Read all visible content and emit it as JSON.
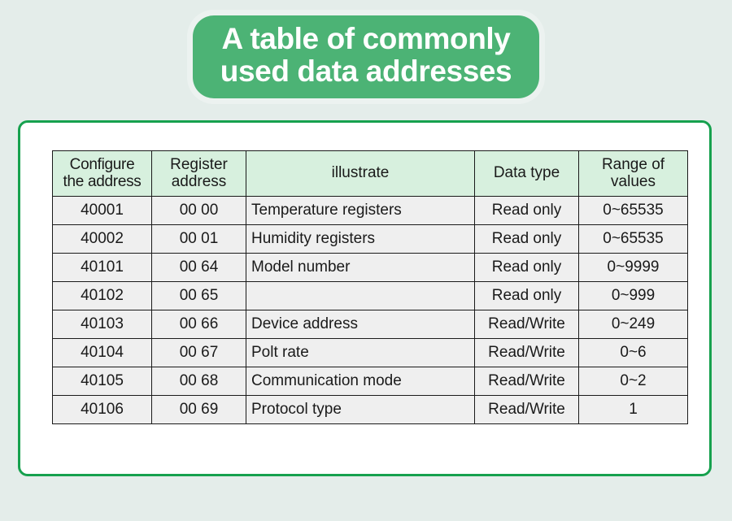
{
  "title": {
    "line1": "A table of commonly",
    "line2": "used data addresses"
  },
  "colors": {
    "page_background": "#e4edea",
    "banner_green": "#4cb375",
    "card_border_green": "#16a14e",
    "header_cell_green": "#d7f0de",
    "body_cell_gray": "#efefef",
    "text": "#1a1a1a"
  },
  "table": {
    "headers": [
      "Configure the address",
      "Register address",
      "illustrate",
      "Data type",
      "Range of values"
    ],
    "header_lines": {
      "configure": [
        "Configure",
        "the address"
      ],
      "register": [
        "Register",
        "address"
      ],
      "illustrate": [
        "illustrate"
      ],
      "datatype": [
        "Data type"
      ],
      "range": [
        "Range of",
        "values"
      ]
    },
    "rows": [
      {
        "configure_address": "40001",
        "register_address": "00  00",
        "illustrate": "Temperature registers",
        "data_type": "Read only",
        "range_of_values": "0~65535"
      },
      {
        "configure_address": "40002",
        "register_address": "00  01",
        "illustrate": "Humidity registers",
        "data_type": "Read only",
        "range_of_values": "0~65535"
      },
      {
        "configure_address": "40101",
        "register_address": "00  64",
        "illustrate": "Model number",
        "data_type": "Read only",
        "range_of_values": "0~9999"
      },
      {
        "configure_address": "40102",
        "register_address": "00  65",
        "illustrate": "",
        "data_type": "Read only",
        "range_of_values": "0~999"
      },
      {
        "configure_address": "40103",
        "register_address": "00  66",
        "illustrate": "Device address",
        "data_type": "Read/Write",
        "range_of_values": "0~249"
      },
      {
        "configure_address": "40104",
        "register_address": "00  67",
        "illustrate": "Polt rate",
        "data_type": "Read/Write",
        "range_of_values": "0~6"
      },
      {
        "configure_address": "40105",
        "register_address": "00  68",
        "illustrate": "Communication mode",
        "data_type": "Read/Write",
        "range_of_values": "0~2"
      },
      {
        "configure_address": "40106",
        "register_address": "00  69",
        "illustrate": "Protocol type",
        "data_type": "Read/Write",
        "range_of_values": "1"
      }
    ]
  }
}
